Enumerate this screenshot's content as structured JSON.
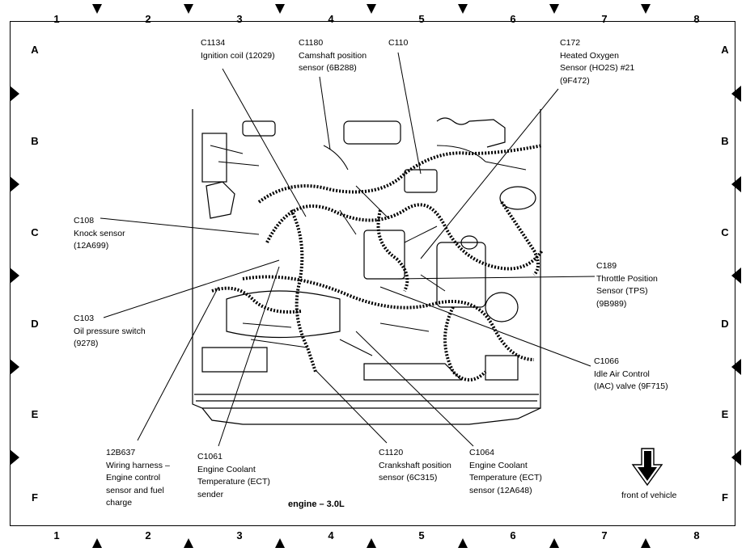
{
  "grid": {
    "columns": [
      "1",
      "2",
      "3",
      "4",
      "5",
      "6",
      "7",
      "8"
    ],
    "rows": [
      "A",
      "B",
      "C",
      "D",
      "E",
      "F"
    ]
  },
  "title": "engine – 3.0L",
  "orientation": {
    "label": "front of vehicle",
    "icon": "down-arrow-icon"
  },
  "callouts": [
    {
      "id": "C1134",
      "lines": [
        "C1134",
        "Ignition coil (12029)"
      ]
    },
    {
      "id": "C1180",
      "lines": [
        "C1180",
        "Camshaft position",
        "sensor (6B288)"
      ]
    },
    {
      "id": "C110",
      "lines": [
        "C110"
      ]
    },
    {
      "id": "C172",
      "lines": [
        "C172",
        "Heated Oxygen",
        "Sensor (HO2S) #21",
        "(9F472)"
      ]
    },
    {
      "id": "C108",
      "lines": [
        "C108",
        "Knock sensor",
        "(12A699)"
      ]
    },
    {
      "id": "C103",
      "lines": [
        "C103",
        "Oil pressure switch",
        "(9278)"
      ]
    },
    {
      "id": "C189",
      "lines": [
        "C189",
        "Throttle Position",
        "Sensor (TPS)",
        "(9B989)"
      ]
    },
    {
      "id": "C1066",
      "lines": [
        "C1066",
        "Idle Air Control",
        "(IAC) valve (9F715)"
      ]
    },
    {
      "id": "12B637",
      "lines": [
        "12B637",
        "Wiring harness –",
        "Engine control",
        "sensor and fuel",
        "charge"
      ]
    },
    {
      "id": "C1061",
      "lines": [
        "C1061",
        "Engine Coolant",
        "Temperature (ECT)",
        "sender"
      ]
    },
    {
      "id": "C1120",
      "lines": [
        "C1120",
        "Crankshaft position",
        "sensor (6C315)"
      ]
    },
    {
      "id": "C1064",
      "lines": [
        "C1064",
        "Engine Coolant",
        "Temperature (ECT)",
        "sensor (12A648)"
      ]
    }
  ]
}
